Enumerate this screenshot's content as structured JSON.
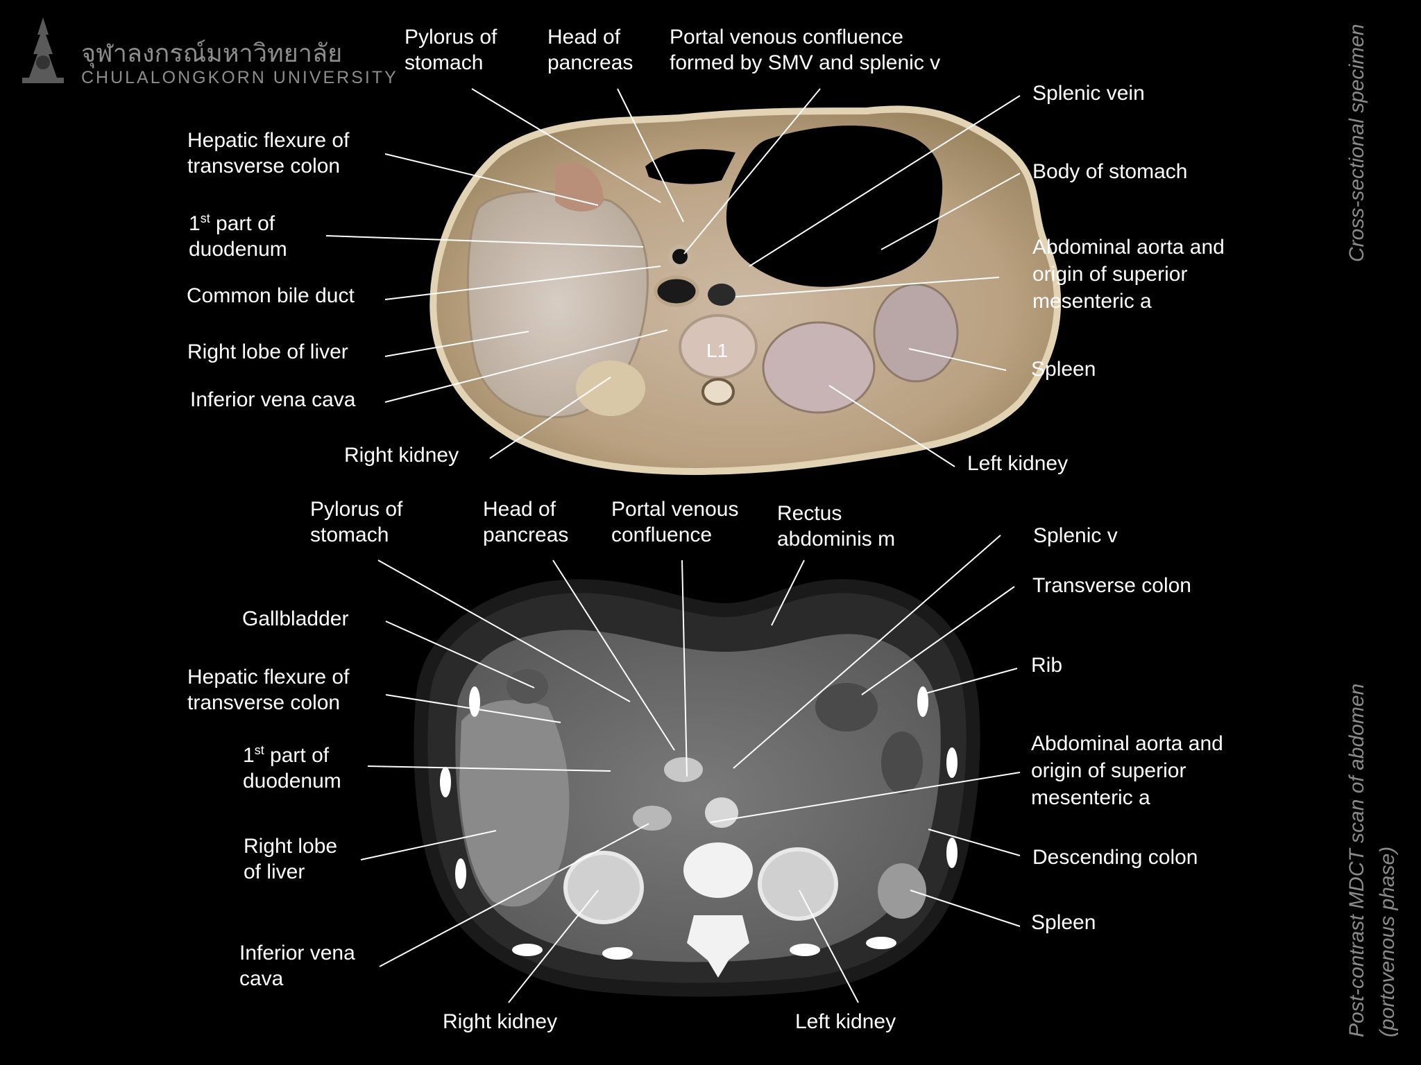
{
  "logo": {
    "thai_name": "จุฬาลงกรณ์มหาวิทยาลัย",
    "english_name": "CHULALONGKORN UNIVERSITY"
  },
  "side_titles": {
    "top": "Cross-sectional specimen",
    "bottom_line1": "Post-contrast MDCT scan of abdomen",
    "bottom_line2": "(portovenous phase)"
  },
  "specimen_vertebra": "L1",
  "specimen_labels": {
    "pylorus": [
      "Pylorus of",
      "stomach"
    ],
    "head_pancreas": [
      "Head of",
      "pancreas"
    ],
    "portal": [
      "Portal venous confluence",
      "formed by SMV and splenic v"
    ],
    "splenic_vein": [
      "Splenic vein"
    ],
    "body_stomach": [
      "Body of stomach"
    ],
    "aorta": [
      "Abdominal aorta and",
      "origin of superior",
      "mesenteric a"
    ],
    "spleen": [
      "Spleen"
    ],
    "left_kidney": [
      "Left kidney"
    ],
    "right_kidney": [
      "Right kidney"
    ],
    "ivc": [
      "Inferior vena cava"
    ],
    "right_lobe": [
      "Right lobe of liver"
    ],
    "cbd": [
      "Common bile duct"
    ],
    "duodenum": [
      "part of",
      "duodenum"
    ],
    "duodenum_num": "1",
    "duodenum_sup": "st",
    "hepatic_flexure": [
      "Hepatic flexure of",
      "transverse colon"
    ]
  },
  "ct_labels": {
    "pylorus": [
      "Pylorus of",
      "stomach"
    ],
    "head_pancreas": [
      "Head of",
      "pancreas"
    ],
    "portal": [
      "Portal venous",
      "confluence"
    ],
    "rectus": [
      "Rectus",
      "abdominis m"
    ],
    "splenic_v": [
      "Splenic v"
    ],
    "transverse_colon": [
      "Transverse colon"
    ],
    "rib": [
      "Rib"
    ],
    "aorta": [
      "Abdominal aorta and",
      "origin of superior",
      "mesenteric a"
    ],
    "descending_colon": [
      "Descending colon"
    ],
    "spleen": [
      "Spleen"
    ],
    "left_kidney": [
      "Left kidney"
    ],
    "right_kidney": [
      "Right kidney"
    ],
    "ivc": [
      "Inferior vena",
      "cava"
    ],
    "right_lobe": [
      "Right lobe",
      "of liver"
    ],
    "duodenum": [
      "part of",
      "duodenum"
    ],
    "duodenum_num": "1",
    "duodenum_sup": "st",
    "hepatic_flexure": [
      "Hepatic flexure of",
      "transverse colon"
    ],
    "gallbladder": [
      "Gallbladder"
    ]
  }
}
